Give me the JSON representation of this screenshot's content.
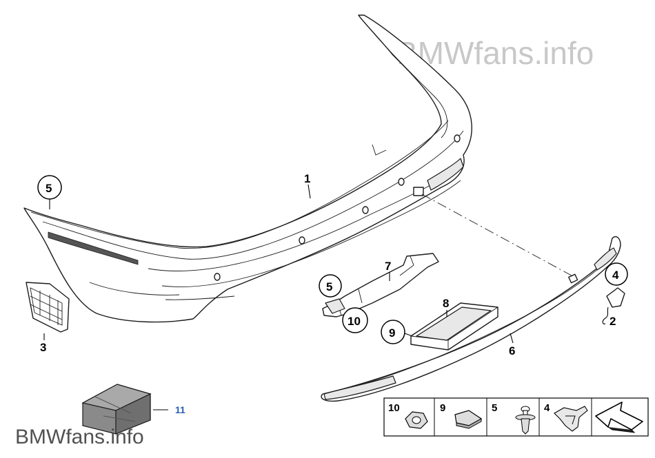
{
  "watermarks": {
    "top_right": "BMWfans.info",
    "bottom_left": "BMWfans.info"
  },
  "callouts": {
    "c1": "1",
    "c2": "2",
    "c3": "3",
    "c4": "4",
    "c5a": "5",
    "c5b": "5",
    "c6": "6",
    "c7": "7",
    "c8": "8",
    "c9": "9",
    "c10": "10",
    "c11": "11"
  },
  "legend": {
    "items": [
      {
        "number": "10",
        "icon": "nut-icon"
      },
      {
        "number": "9",
        "icon": "pad-icon"
      },
      {
        "number": "5",
        "icon": "expanding-rivet-icon"
      },
      {
        "number": "4",
        "icon": "bracket-clip-icon"
      },
      {
        "number": "",
        "icon": "arrow-icon"
      }
    ]
  },
  "colors": {
    "line": "#1a1a1a",
    "watermark": "#c8c8c8",
    "callout_11": "#2a5db0"
  }
}
